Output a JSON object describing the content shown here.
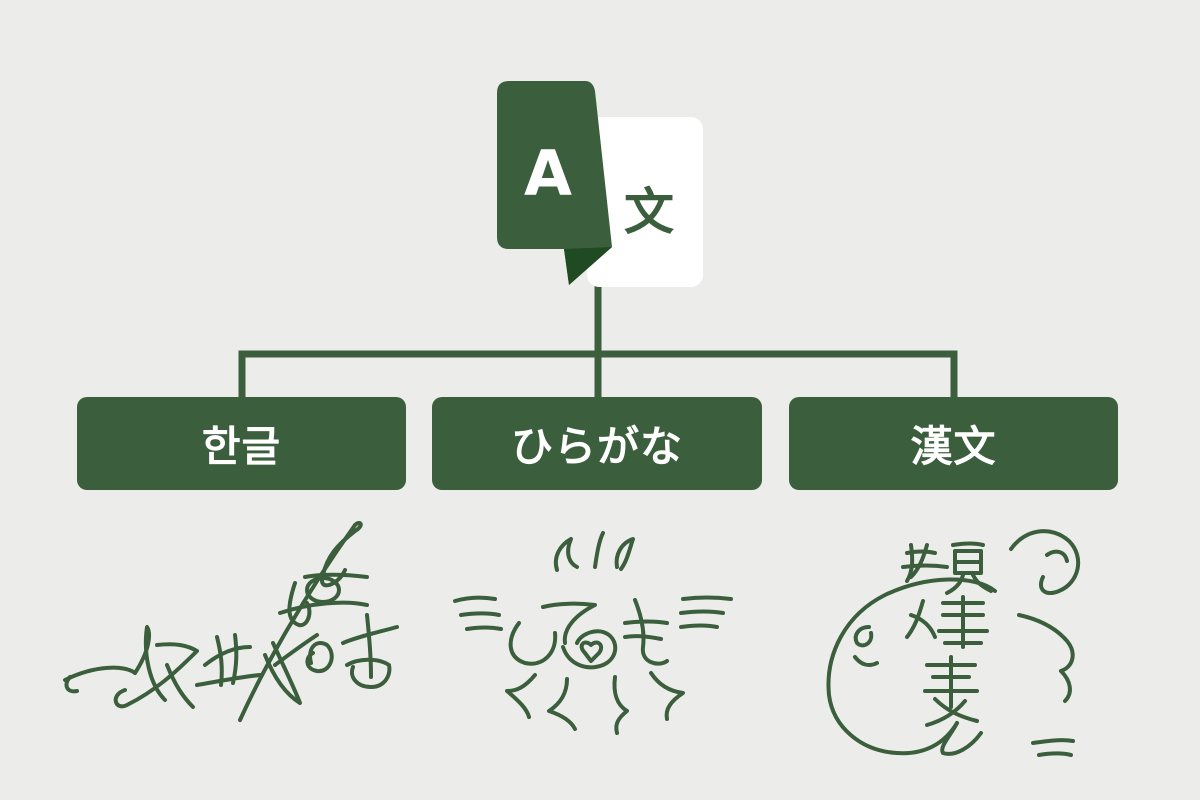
{
  "colors": {
    "background": "#ecedea",
    "accent": "#3b5e3c",
    "accent_dark": "#1f4a22",
    "white": "#ffffff"
  },
  "logo": {
    "icon": "translate-icon",
    "letter_latin": "A",
    "letter_cjk": "文"
  },
  "scripts": [
    {
      "label": "한글"
    },
    {
      "label": "ひらがな"
    },
    {
      "label": "漢文"
    }
  ]
}
